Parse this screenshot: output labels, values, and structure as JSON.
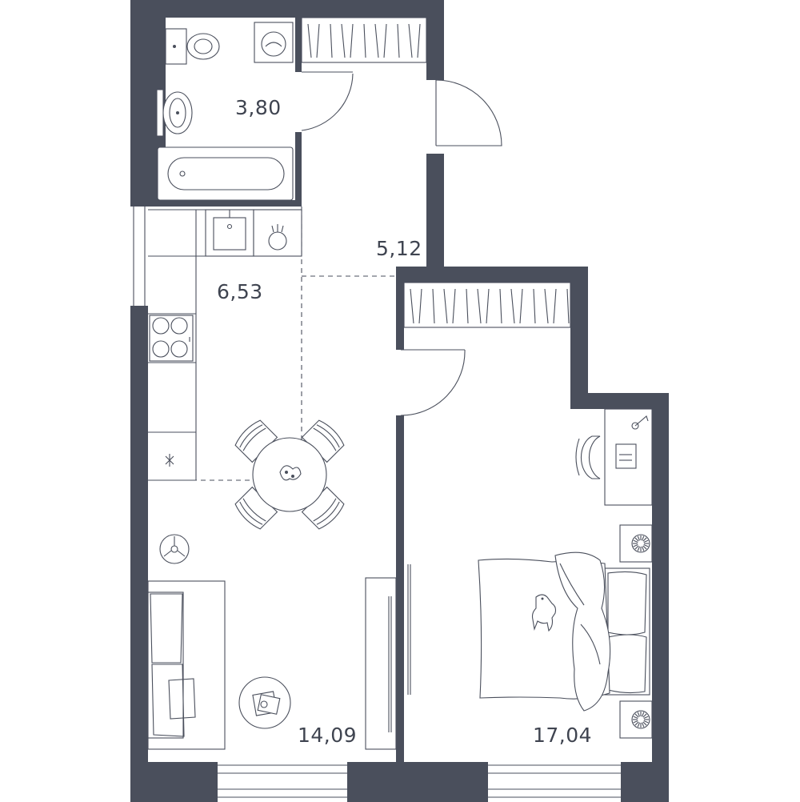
{
  "rooms": [
    {
      "id": "bathroom",
      "area": "3,80"
    },
    {
      "id": "hallway",
      "area": "5,12"
    },
    {
      "id": "kitchen",
      "area": "6,53"
    },
    {
      "id": "living-room",
      "area": "14,09"
    },
    {
      "id": "bedroom",
      "area": "17,04"
    }
  ],
  "colors": {
    "wall": "#4a4f5c",
    "background": "#ffffff",
    "text": "#3f4450"
  }
}
